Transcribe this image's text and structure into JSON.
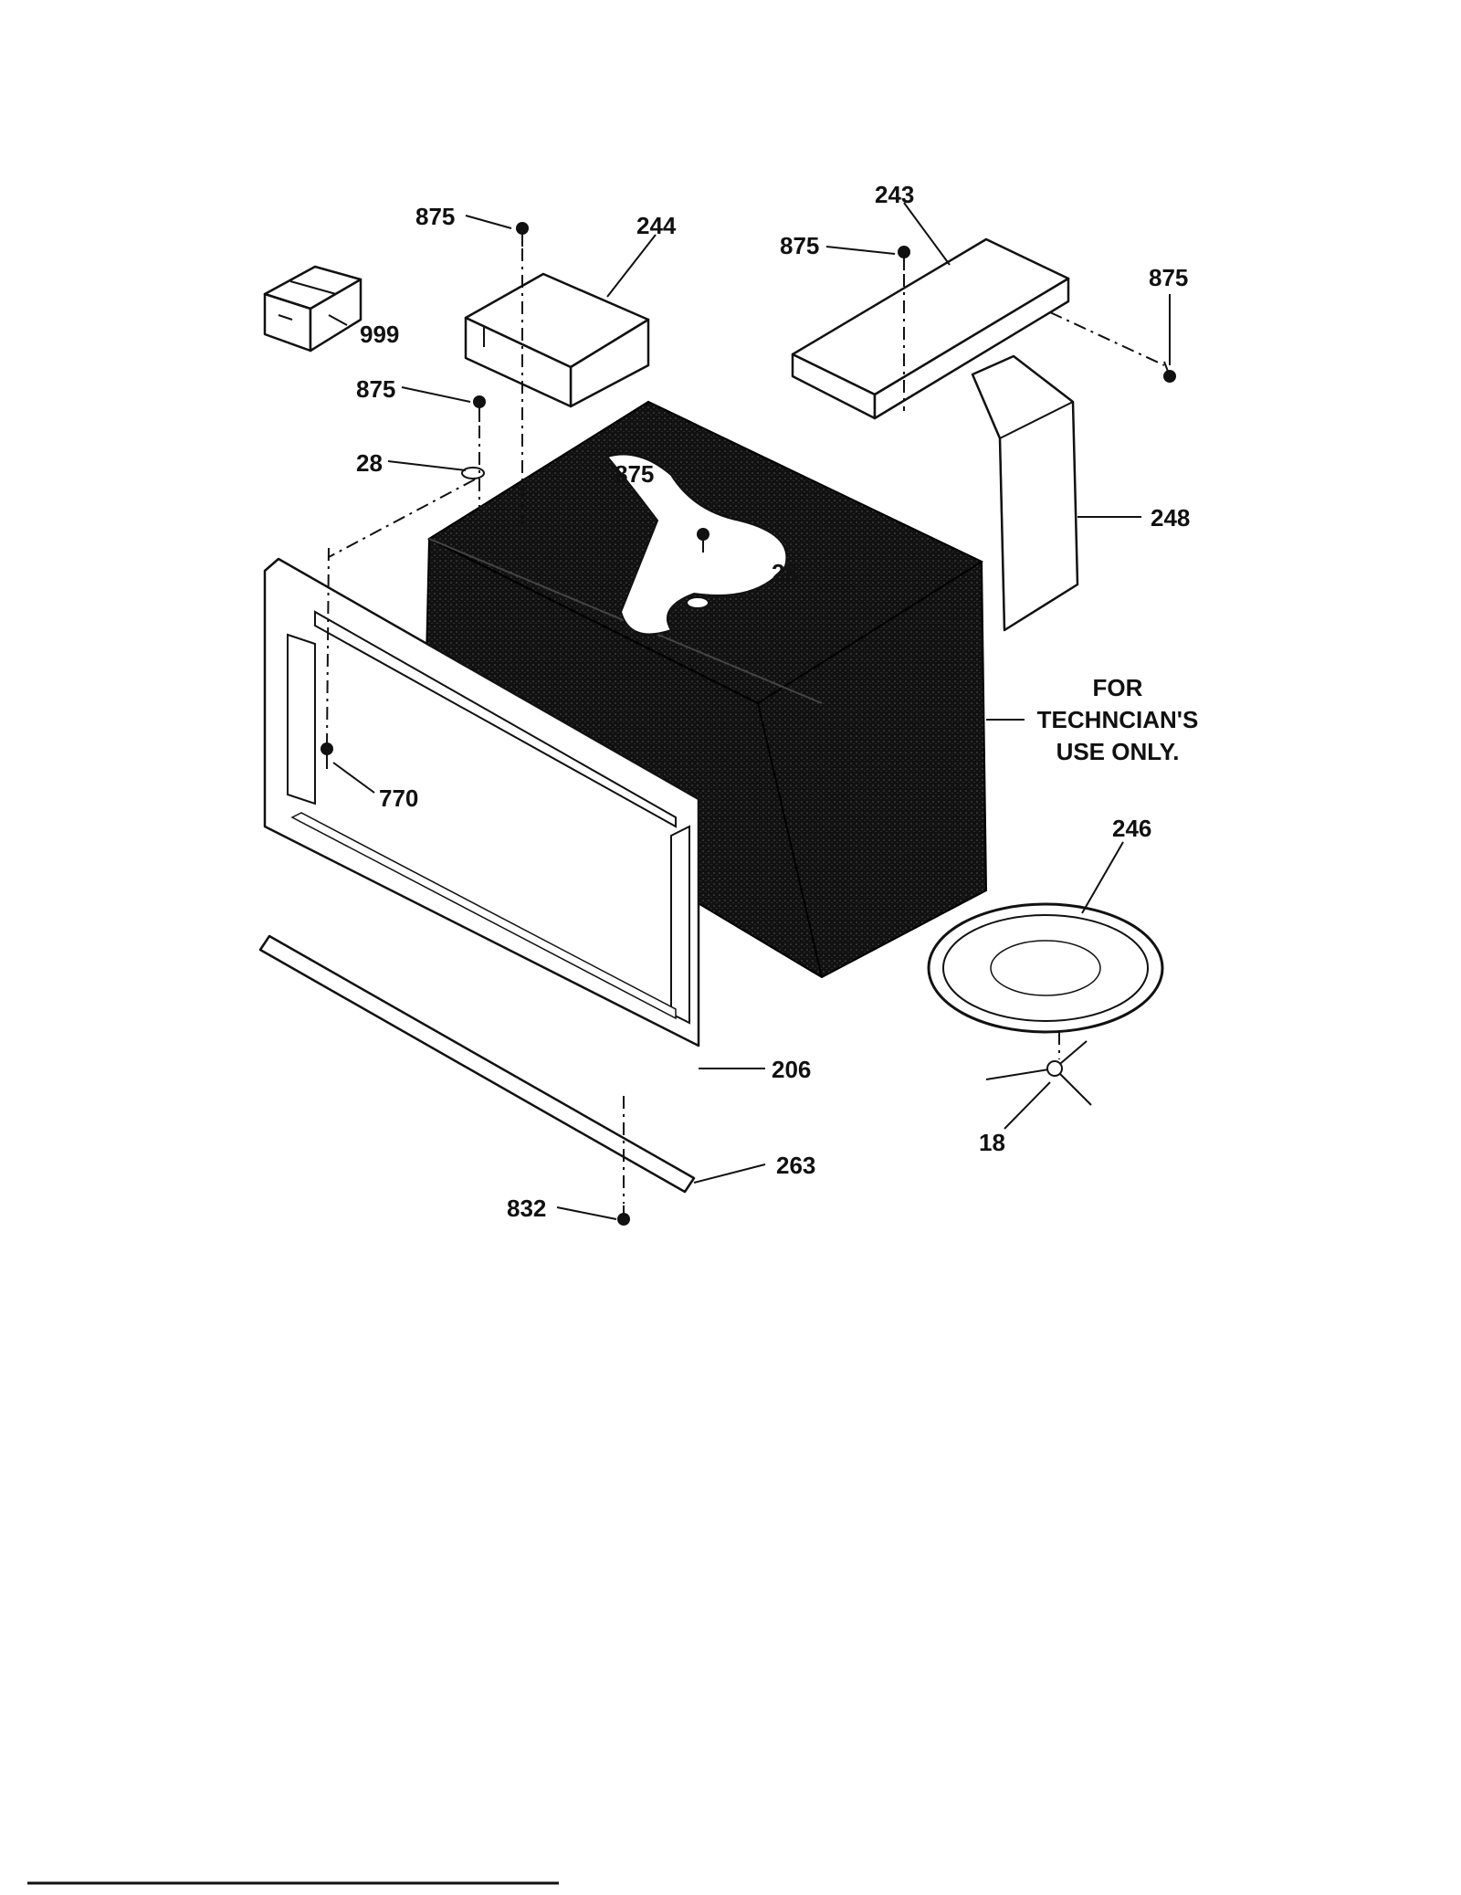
{
  "callouts": {
    "c875_top": "875",
    "c244": "244",
    "c243": "243",
    "c875_mid": "875",
    "c875_right": "875",
    "c999": "999",
    "c875_left": "875",
    "c28_left": "28",
    "c875_inset": "875",
    "c28_inset": "28",
    "c248": "248",
    "c770": "770",
    "c246": "246",
    "c206": "206",
    "c18": "18",
    "c263": "263",
    "c832": "832"
  },
  "note": {
    "line1": "FOR",
    "line2": "TECHNCIAN'S",
    "line3": "USE ONLY."
  }
}
